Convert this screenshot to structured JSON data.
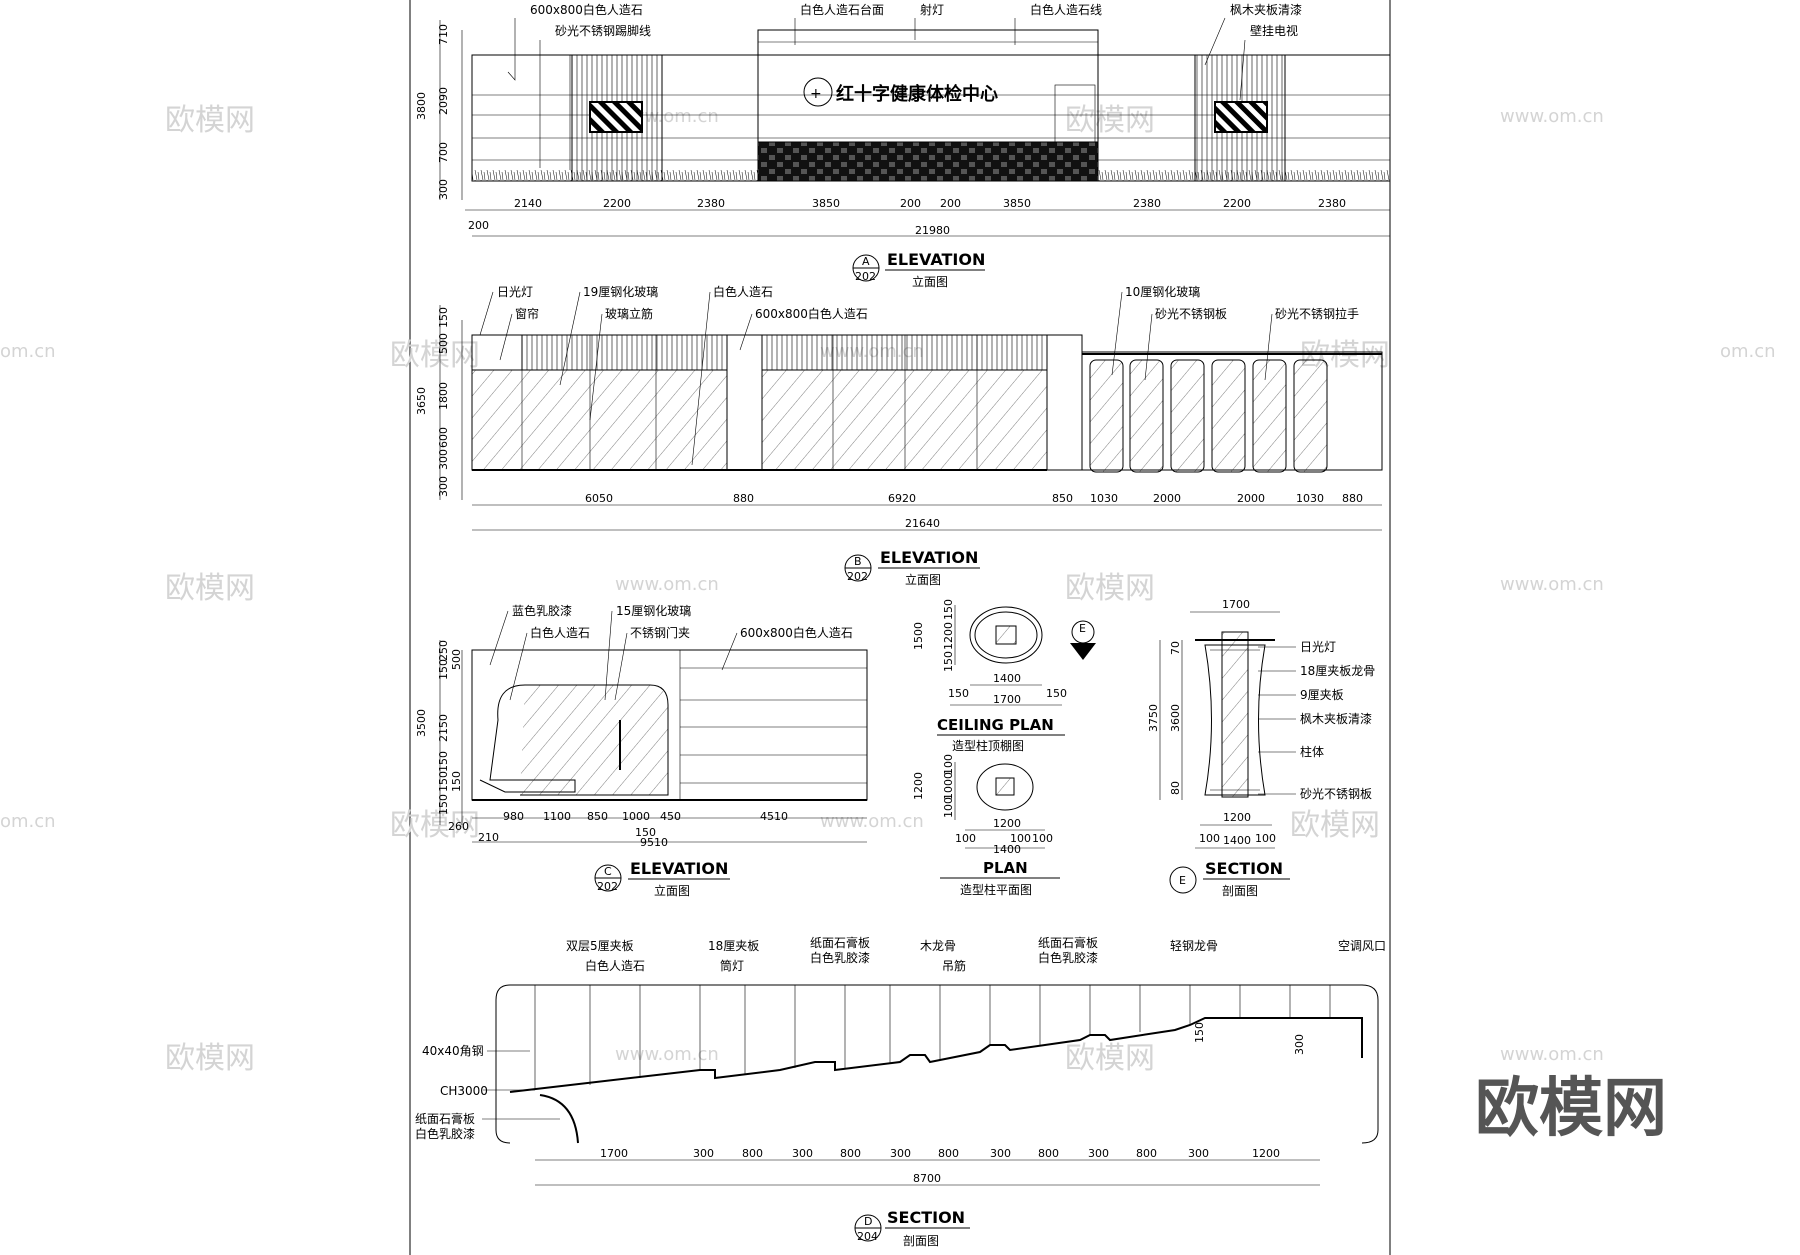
{
  "elevation_a": {
    "labels": [
      "600x800白色人造石",
      "砂光不锈钢踢脚线",
      "白色人造石台面",
      "射灯",
      "白色人造石线",
      "枫木夹板清漆",
      "壁挂电视"
    ],
    "logo_text": "红十字健康体检中心",
    "vdims": [
      "710",
      "3800",
      "2090",
      "700",
      "300"
    ],
    "hdims": [
      "2140",
      "2200",
      "2380",
      "3850",
      "200",
      "200",
      "3850",
      "2380",
      "2200",
      "2380"
    ],
    "hdim_small": "200",
    "total": "21980",
    "tag_letter": "A",
    "tag_sheet": "202",
    "title_en": "ELEVATION",
    "title_cn": "立面图"
  },
  "elevation_b": {
    "labels": [
      "日光灯",
      "窗帘",
      "19厘钢化玻璃",
      "玻璃立筋",
      "白色人造石",
      "600x800白色人造石",
      "10厘钢化玻璃",
      "砂光不锈钢板",
      "砂光不锈钢拉手"
    ],
    "vdims": [
      "150",
      "500",
      "3650",
      "1800",
      "600",
      "300",
      "300"
    ],
    "hdims": [
      "6050",
      "880",
      "6920",
      "850",
      "1030",
      "2000",
      "2000",
      "1030",
      "880"
    ],
    "total": "21640",
    "tag_letter": "B",
    "tag_sheet": "202",
    "title_en": "ELEVATION",
    "title_cn": "立面图"
  },
  "elevation_c": {
    "labels": [
      "蓝色乳胶漆",
      "白色人造石",
      "15厘钢化玻璃",
      "不锈钢门夹",
      "600x800白色人造石"
    ],
    "vdims": [
      "500",
      "150",
      "250",
      "3500",
      "2150",
      "150",
      "150",
      "150",
      "150"
    ],
    "hdims": [
      "260",
      "210",
      "980",
      "1100",
      "850",
      "1000",
      "150",
      "450",
      "4510"
    ],
    "total": "9510",
    "tag_letter": "C",
    "tag_sheet": "202",
    "title_en": "ELEVATION",
    "title_cn": "立面图"
  },
  "ceiling_plan": {
    "vdims": [
      "150",
      "1500",
      "1200",
      "150"
    ],
    "hdims": [
      "1400",
      "150",
      "1700",
      "150"
    ],
    "section_letter": "E",
    "title_en": "CEILING PLAN",
    "title_cn": "造型柱顶棚图"
  },
  "column_plan": {
    "vdims": [
      "1200",
      "1000",
      "100",
      "100"
    ],
    "hdims": [
      "1200",
      "100",
      "100",
      "100",
      "1400"
    ],
    "title_en": "PLAN",
    "title_cn": "造型柱平面图"
  },
  "section_e": {
    "labels": [
      "日光灯",
      "18厘夹板龙骨",
      "9厘夹板",
      "枫木夹板清漆",
      "柱体",
      "砂光不锈钢板"
    ],
    "top_dim": "1700",
    "vdims": [
      "70",
      "3750",
      "3600",
      "80"
    ],
    "hdims": [
      "1200",
      "100",
      "1400",
      "100"
    ],
    "tag_letter": "E",
    "title_en": "SECTION",
    "title_cn": "剖面图"
  },
  "section_d": {
    "labels_top": [
      "双层5厘夹板",
      "白色人造石",
      "18厘夹板",
      "筒灯",
      "纸面石膏板",
      "白色乳胶漆",
      "木龙骨",
      "吊筋",
      "纸面石膏板",
      "白色乳胶漆",
      "轻钢龙骨",
      "空调风口"
    ],
    "labels_left": [
      "40x40角钢",
      "CH3000",
      "纸面石膏板",
      "白色乳胶漆"
    ],
    "vdims": [
      "150",
      "300"
    ],
    "hdims": [
      "1700",
      "300",
      "800",
      "300",
      "800",
      "300",
      "800",
      "300",
      "800",
      "300",
      "800",
      "300",
      "1200"
    ],
    "total": "8700",
    "tag_letter": "D",
    "tag_sheet": "204",
    "title_en": "SECTION",
    "title_cn": "剖面图"
  },
  "watermark": {
    "cn": "欧模网",
    "url": "www.om.cn",
    "url_short": "om.cn",
    "brand": "欧模网"
  }
}
